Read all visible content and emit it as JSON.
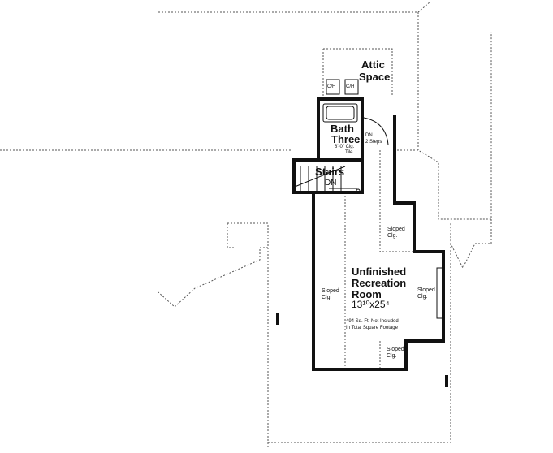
{
  "rooms": {
    "attic": {
      "line1": "Attic",
      "line2": "Space"
    },
    "ch_left": "C/H",
    "ch_right": "C/H",
    "bath": {
      "line1": "Bath",
      "line2": "Three",
      "ceiling": "8'-0\" Clg.",
      "floor": "Tile"
    },
    "steps": {
      "line1": "DN",
      "line2": "2 Steps"
    },
    "stairs": {
      "label": "Stairs",
      "direction": "DN"
    },
    "recreation": {
      "line1": "Unfinished",
      "line2": "Recreation",
      "line3": "Room",
      "dimensions": "13¹⁰x25⁴",
      "note1": "494 Sq. Ft. Not Included",
      "note2": "In Total Square Footage"
    },
    "sloped_left": {
      "line1": "Sloped",
      "line2": "Clg."
    },
    "sloped_top_right": {
      "line1": "Sloped",
      "line2": "Clg."
    },
    "sloped_right": {
      "line1": "Sloped",
      "line2": "Clg."
    },
    "sloped_bottom": {
      "line1": "Sloped",
      "line2": "Clg."
    }
  }
}
